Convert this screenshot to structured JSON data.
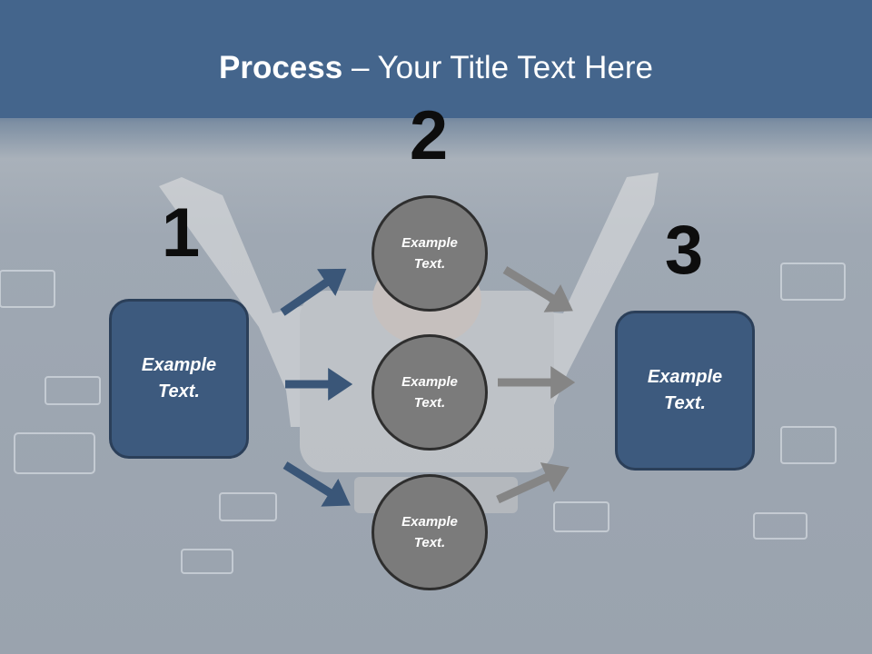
{
  "title": {
    "bold": "Process",
    "rest": " – Your Title Text Here"
  },
  "steps": [
    {
      "number": "1",
      "line1": "Example",
      "line2": "Text."
    },
    {
      "number": "2"
    },
    {
      "number": "3",
      "line1": "Example",
      "line2": "Text."
    }
  ],
  "circles": [
    {
      "line1": "Example",
      "line2": "Text."
    },
    {
      "line1": "Example",
      "line2": "Text."
    },
    {
      "line1": "Example",
      "line2": "Text."
    }
  ],
  "colors": {
    "box_fill": "#3d5a7e",
    "circle_fill": "#7b7b7b",
    "arrow_blue": "#3a5678",
    "arrow_grey": "#858585"
  }
}
